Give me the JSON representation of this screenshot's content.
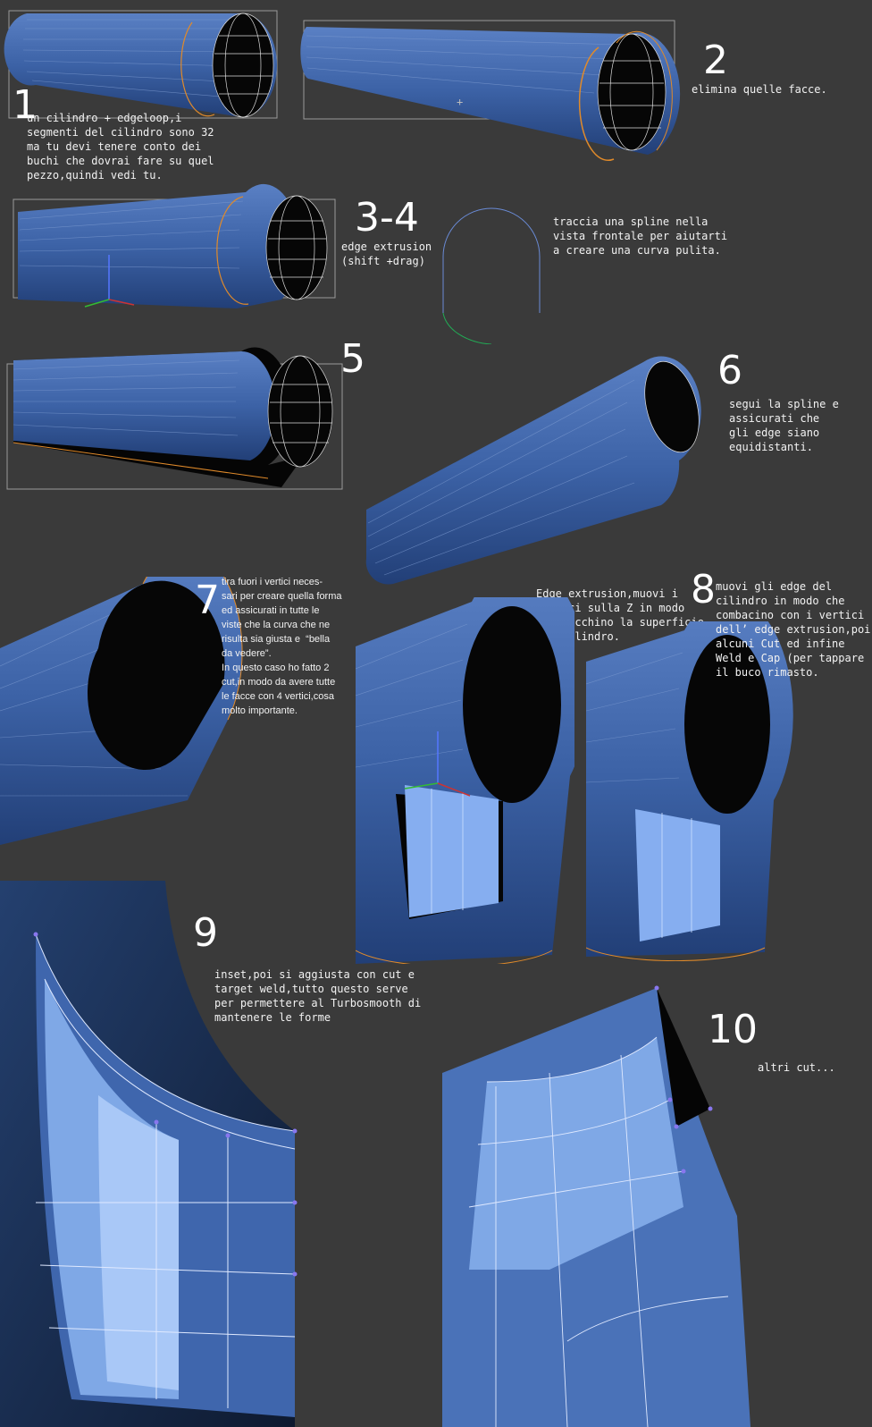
{
  "steps": [
    {
      "number": "1",
      "text": "un cilindro + edgeloop,i\nsegmenti del cilindro sono 32\nma tu devi tenere conto dei\nbuchi che dovrai fare su quel\npezzo,quindi vedi tu."
    },
    {
      "number": "2",
      "text": "elimina quelle facce."
    },
    {
      "number": "3-4",
      "text": "edge extrusion\n(shift +drag)",
      "text2": "traccia una spline nella\nvista frontale per aiutarti\na creare una curva pulita."
    },
    {
      "number": "5",
      "text": ""
    },
    {
      "number": "6",
      "text": "segui la spline e\nassicurati che\ngli edge siano\nequidistanti."
    },
    {
      "number": "7",
      "text": "tira fuori i vertici neces-\nsari per creare quella forma\ned assicurati in tutte le\nviste che la curva che ne\nrisulta sia giusta e  “bella\nda vedere”.\nIn questo caso ho fatto 2\ncut,in modo da avere tutte\nle facce con 4 vertici,cosa\nmolto importante."
    },
    {
      "number": "8",
      "text": "muovi gli edge del\ncilindro in modo che\ncombacino con i vertici\ndell’ edge extrusion,poi\nalcuni Cut ed infine\nWeld e Cap (per tappare\nil buco rimasto.",
      "text2": "Edge extrusion,muovi i\nvertici sulla Z in modo\nche tocchino la superficie\ndel cilindro."
    },
    {
      "number": "9",
      "text": "inset,poi si aggiusta con cut e\ntarget weld,tutto questo serve\nper permettere al Turbosmooth di\nmantenere le forme"
    },
    {
      "number": "10",
      "text": "altri cut..."
    }
  ],
  "colors": {
    "background": "#3a3a3a",
    "mesh": "#3e63a3",
    "mesh_light": "#7fa8e6",
    "edge_select": "#e08a2a",
    "hole": "#050505"
  }
}
